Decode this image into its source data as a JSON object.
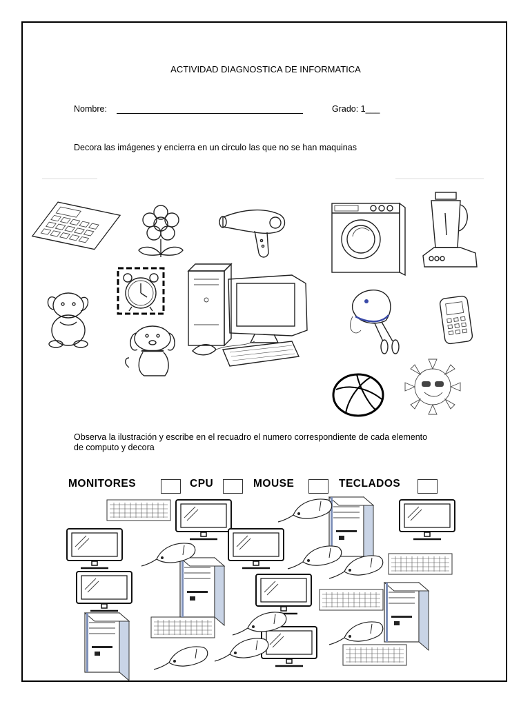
{
  "worksheet": {
    "title": "ACTIVIDAD DIAGNOSTICA DE INFORMATICA",
    "name_label": "Nombre:",
    "grade_label": "Grado: 1___",
    "instruction_1": "Decora las imágenes y encierra en un circulo las que no se han maquinas",
    "instruction_2": "Observa la ilustración y escribe en el recuadro el numero correspondiente de cada elemento de computo y decora"
  },
  "categories": [
    {
      "label": "MONITORES"
    },
    {
      "label": "CPU"
    },
    {
      "label": "MOUSE"
    },
    {
      "label": "TECLADOS"
    }
  ],
  "section1_icons": [
    "calculator-icon",
    "flower-icon",
    "hair-dryer-icon",
    "washing-machine-icon",
    "blender-icon",
    "alarm-clock-icon",
    "bunny-icon",
    "computer-icon",
    "hand-mixer-icon",
    "cell-phone-icon",
    "dog-icon",
    "volleyball-icon",
    "sun-icon"
  ],
  "section2_icons": [
    "monitor-icon",
    "cpu-tower-icon",
    "mouse-icon",
    "keyboard-icon"
  ]
}
